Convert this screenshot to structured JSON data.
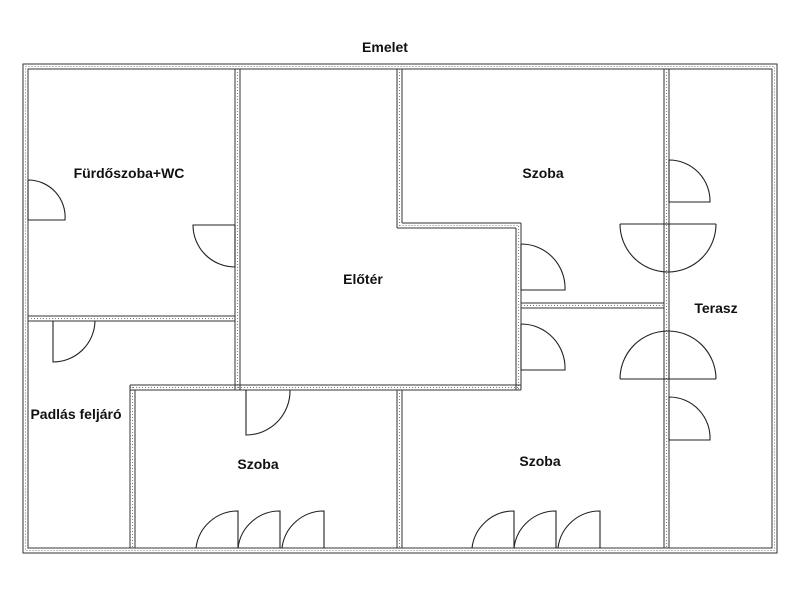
{
  "plan": {
    "title": "Emelet",
    "rooms": [
      {
        "id": "bathroom",
        "label": "Fürdőszoba+WC"
      },
      {
        "id": "hallway",
        "label": "Előtér"
      },
      {
        "id": "room-top-right",
        "label": "Szoba"
      },
      {
        "id": "terrace",
        "label": "Terasz"
      },
      {
        "id": "attic-stairs",
        "label": "Padlás feljáró"
      },
      {
        "id": "room-bottom-left",
        "label": "Szoba"
      },
      {
        "id": "room-bottom-middle",
        "label": "Szoba"
      }
    ]
  }
}
